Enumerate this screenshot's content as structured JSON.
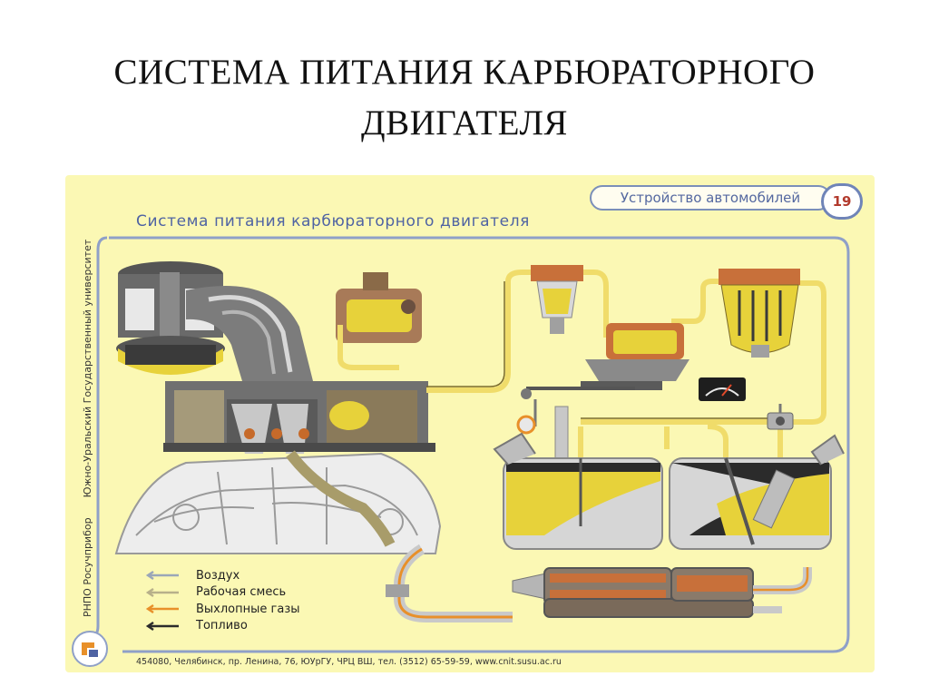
{
  "slide": {
    "title_line1": "СИСТЕМА ПИТАНИЯ КАРБЮРАТОРНОГО",
    "title_line2": "ДВИГАТЕЛЯ"
  },
  "poster": {
    "header": "Устройство автомобилей",
    "number": "19",
    "subtitle": "Система питания карбюраторного двигателя",
    "side_text_left": "РНПО Росучприбор",
    "side_text_right": "Южно-Уральский Государственный университет",
    "footer": "454080, Челябинск, пр. Ленина, 76, ЮУрГУ, ЧРЦ ВШ, тел. (3512) 65-59-59, www.cnit.susu.ac.ru",
    "legend": [
      {
        "label": "Воздух",
        "color": "#9aa6b8"
      },
      {
        "label": "Рабочая смесь",
        "color": "#b8b08a"
      },
      {
        "label": "Выхлопные газы",
        "color": "#e8902a"
      },
      {
        "label": "Топливо",
        "color": "#2b2b2b"
      }
    ]
  },
  "colors": {
    "poster_bg": "#fbf8b4",
    "frame_blue": "#7b8fb9",
    "fuel_yellow": "#e7d23a",
    "pipe_yellow": "#f0dc6a",
    "metal": "#c9c9c9",
    "exhaust": "#c66a2a"
  }
}
